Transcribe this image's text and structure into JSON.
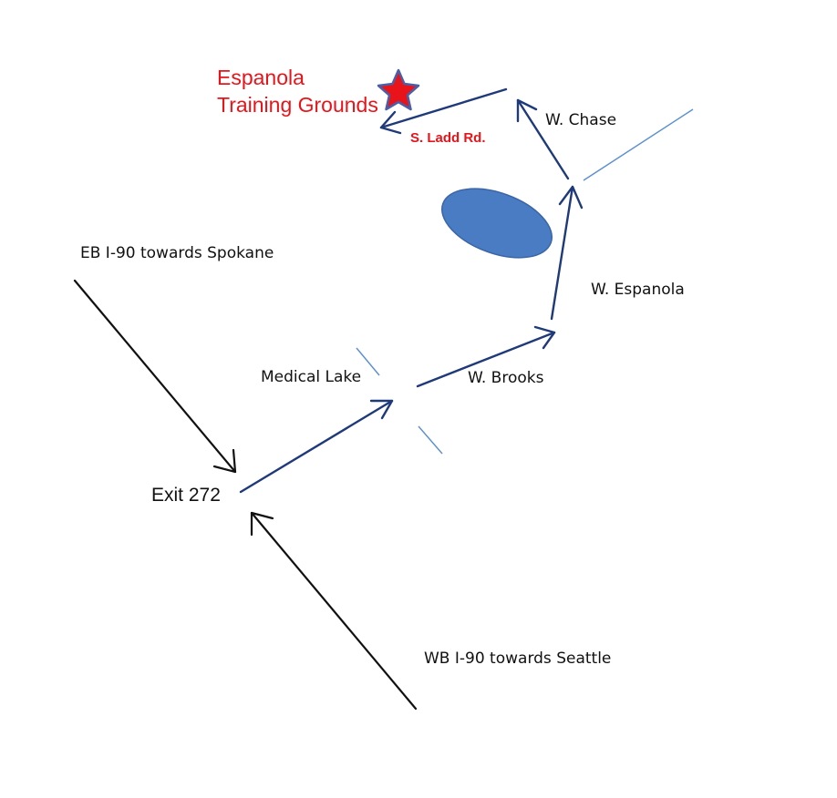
{
  "destination": {
    "line1": "Espanola",
    "line2": "Training Grounds"
  },
  "labels": {
    "s_ladd_rd": "S. Ladd Rd.",
    "w_chase": "W. Chase",
    "w_espanola": "W. Espanola",
    "w_brooks": "W. Brooks",
    "medical_lake": "Medical Lake",
    "eb_i90": "EB I-90 towards Spokane",
    "wb_i90": "WB I-90 towards Seattle",
    "exit": "Exit 272"
  },
  "icons": {
    "destination": "star-icon",
    "lake": "lake-ellipse"
  },
  "colors": {
    "route": "#1f3a7a",
    "highway": "#111111",
    "side_road": "#5b8fd0",
    "destination_text": "#e8141a",
    "star_fill": "#e8141a",
    "star_outline": "#4a5fa8",
    "lake_fill": "#4a7cc4",
    "lake_stroke": "#3a66a8"
  }
}
